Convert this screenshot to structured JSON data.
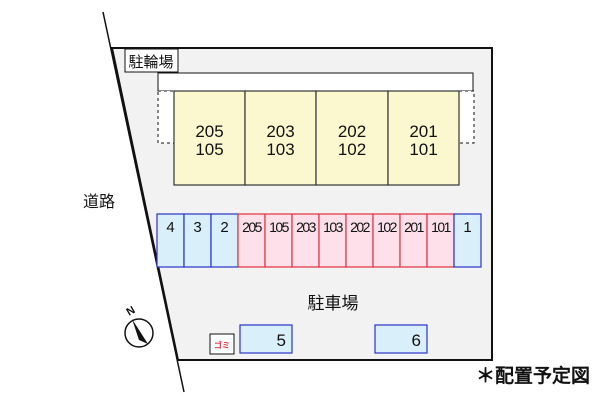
{
  "labels": {
    "bicycle_parking": "駐輪場",
    "road": "道路",
    "car_parking": "駐車場",
    "garbage": "ゴミ",
    "north": "N",
    "note": "＊配置予定図"
  },
  "buildings": [
    {
      "upper": "205",
      "lower": "105"
    },
    {
      "upper": "203",
      "lower": "103"
    },
    {
      "upper": "202",
      "lower": "102"
    },
    {
      "upper": "201",
      "lower": "101"
    }
  ],
  "parking_row": [
    {
      "label": "4",
      "type": "guest"
    },
    {
      "label": "3",
      "type": "guest"
    },
    {
      "label": "2",
      "type": "guest"
    },
    {
      "label": "205",
      "type": "resident"
    },
    {
      "label": "105",
      "type": "resident"
    },
    {
      "label": "203",
      "type": "resident"
    },
    {
      "label": "103",
      "type": "resident"
    },
    {
      "label": "202",
      "type": "resident"
    },
    {
      "label": "102",
      "type": "resident"
    },
    {
      "label": "201",
      "type": "resident"
    },
    {
      "label": "101",
      "type": "resident"
    },
    {
      "label": "1",
      "type": "guest"
    }
  ],
  "parking_extra": [
    {
      "label": "5"
    },
    {
      "label": "6"
    }
  ],
  "colors": {
    "lot": "#f2f2f2",
    "building": "#fbf8d0",
    "guest_fill": "#d9f0fb",
    "guest_stroke": "#2a33c8",
    "resident_fill": "#fde0ea",
    "resident_stroke": "#e03040"
  }
}
